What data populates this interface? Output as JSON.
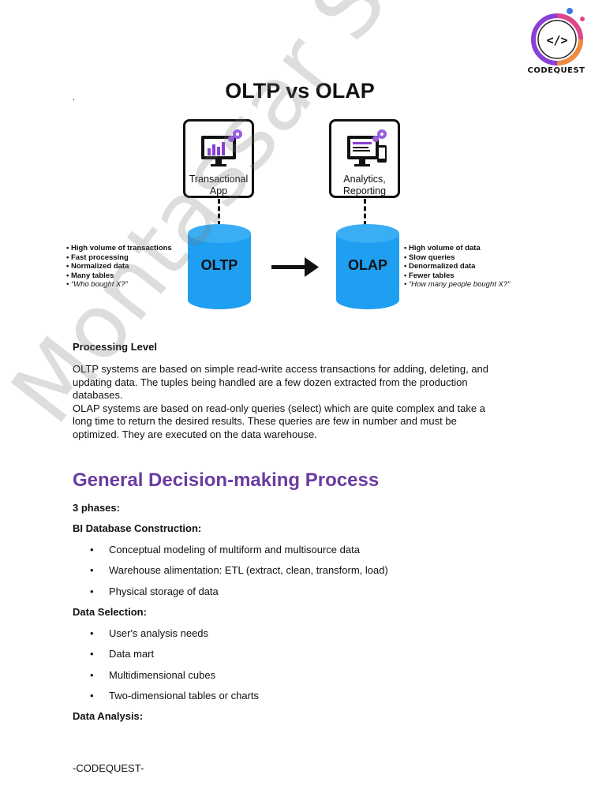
{
  "logo": {
    "name": "codequest-logo-icon",
    "text": "CODEQUEST",
    "glyph": "</>"
  },
  "diagram": {
    "tick": ",",
    "title": "OLTP vs OLAP",
    "left_app": {
      "label_line1": "Transactional",
      "label_line2": "App",
      "icon": "bar-chart-monitor-icon"
    },
    "right_app": {
      "label_line1": "Analytics,",
      "label_line2": "Reporting",
      "icon": "report-monitor-icon"
    },
    "left_db": "OLTP",
    "right_db": "OLAP",
    "left_bullets": [
      "High volume of transactions",
      "Fast processing",
      "Normalized data",
      "Many tables",
      "“Who bought X?”"
    ],
    "right_bullets": [
      "High volume of data",
      "Slow queries",
      "Denormalized data",
      "Fewer tables",
      "“How many people bought X?”"
    ],
    "colors": {
      "cylinder": "#1e9ff2",
      "arrow": "#111111",
      "gear": "#9b5fe0"
    }
  },
  "section1": {
    "heading": "Processing Level",
    "lines": [
      "OLTP systems are based on simple read-write access transactions for adding, deleting, and",
      "updating data. The tuples being handled are a few dozen extracted from the production",
      "databases.",
      "OLAP systems are based on read-only queries (select) which are quite complex and take a",
      "long time to return the desired results. These queries are few in number and must be",
      "optimized. They are executed on the data warehouse."
    ]
  },
  "section2": {
    "heading": "General Decision-making Process",
    "heading_color": "#6a3ba0",
    "phases": "3 phases:",
    "groups": [
      {
        "title": "BI Database Construction:",
        "items": [
          "Conceptual modeling of multiform and multisource data",
          "Warehouse alimentation: ETL (extract, clean, transform, load)",
          "Physical storage of data"
        ]
      },
      {
        "title": "Data Selection:",
        "items": [
          "User's analysis needs",
          "Data mart",
          "Multidimensional cubes",
          "Two-dimensional tables or charts"
        ]
      },
      {
        "title": "Data Analysis:",
        "items": []
      }
    ]
  },
  "footer": "-CODEQUEST-",
  "watermark": "Montassar Sakami"
}
